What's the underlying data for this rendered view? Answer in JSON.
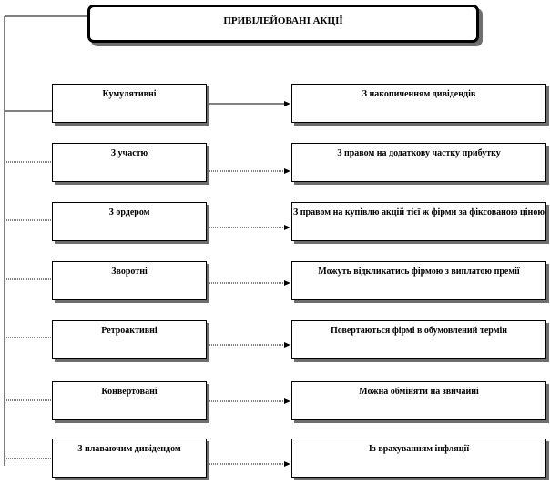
{
  "title": "ПРИВІЛЕЙОВАНІ АКЦІЇ",
  "types": [
    "Кумулятивні",
    "З участю",
    "З ордером",
    "Зворотні",
    "Ретроактивні",
    "Конвертовані",
    "З плаваючим дивідендом"
  ],
  "descriptions": [
    "З накопиченням дивідендів",
    "З правом на додаткову частку прибутку",
    "З правом на купівлю акцій тієї ж фірми за фіксованою ціною",
    "Можуть відкликатись фірмою з виплатою премії",
    "Повертаються фірмі в обумовлений термін",
    "Можна обміняти на звичайні",
    "Із врахуванням інфляції"
  ],
  "colors": {
    "line": "#000000",
    "shadow": "#6e6e6e",
    "background": "#ffffff"
  }
}
